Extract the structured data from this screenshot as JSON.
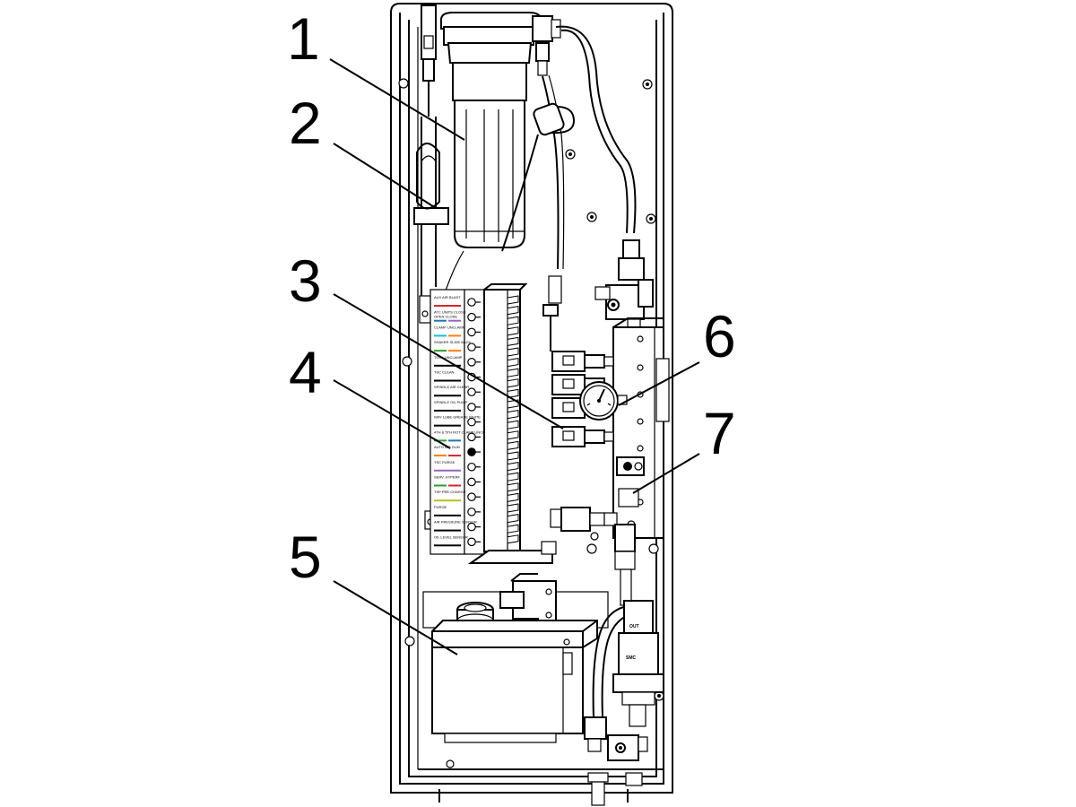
{
  "callouts": [
    {
      "label": "1"
    },
    {
      "label": "2"
    },
    {
      "label": "3"
    },
    {
      "label": "4"
    },
    {
      "label": "5"
    },
    {
      "label": "6"
    },
    {
      "label": "7"
    }
  ],
  "solenoid_chart": {
    "rows": [
      {
        "label": "AUX AIR BLAST",
        "color": "#d62728"
      },
      {
        "label": "ATC UNITS CLOSE",
        "color": "#1f77b4",
        "sub": "OPEN  CLOSE",
        "color2": "#9467bd"
      },
      {
        "label": "CLAMP  UNCLAMP",
        "color": "#17becf",
        "color2": "#ff7f0e"
      },
      {
        "label": "SHAKER  SLIDE  BACK",
        "color": "#2ca02c",
        "color2": "#ff7f0e"
      },
      {
        "label": "TOOL UNCLAMP",
        "color": "#000000"
      },
      {
        "label": "TSC CLEAN",
        "color": "#000000"
      },
      {
        "label": "SPINDLE AIR CLEAR",
        "color": "#000000"
      },
      {
        "label": "SPINDLE OIL PUMP",
        "color": "#000000"
      },
      {
        "label": "WAY LUBE GREASE WHITE",
        "color": "#000000"
      },
      {
        "label": "4TH & 5TH ROT CLAMP  UNCLAMP",
        "color": "#2ca02c",
        "color2": "#1f77b4"
      },
      {
        "label": "AUTO AIR GUN",
        "color": "#ff7f0e",
        "color2": "#d62728"
      },
      {
        "label": "TSC PURGE",
        "color": "#9467bd"
      },
      {
        "label": "SERV. HYPERF.",
        "color": "#2ca02c",
        "color2": "#d62728"
      },
      {
        "label": "TSP PRE-CHARGE",
        "color": "#bcbd22"
      },
      {
        "label": "PURGE",
        "color": "#000000"
      },
      {
        "label": "AIR PRESSURE SENSOR",
        "color": "#000000"
      },
      {
        "label": "OIL LEVEL SENSOR",
        "color": "#000000"
      }
    ]
  },
  "filter_labels": {
    "out": "OUT",
    "brand": "SMC"
  }
}
